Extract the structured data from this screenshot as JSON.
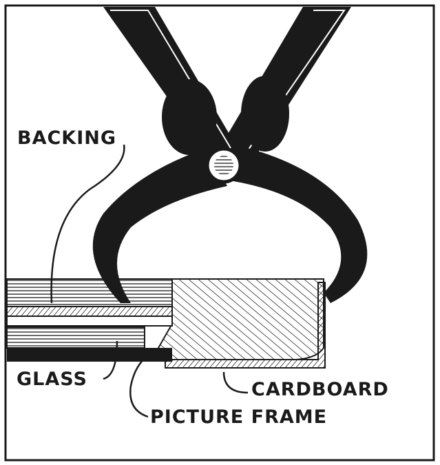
{
  "labels": {
    "backing": "BACKING",
    "glass": "GLASS",
    "cardboard": "CARDBOARD",
    "picture_frame": "PICTURE FRAME"
  },
  "colors": {
    "ink": "#1a1a1a",
    "paper": "#ffffff"
  }
}
